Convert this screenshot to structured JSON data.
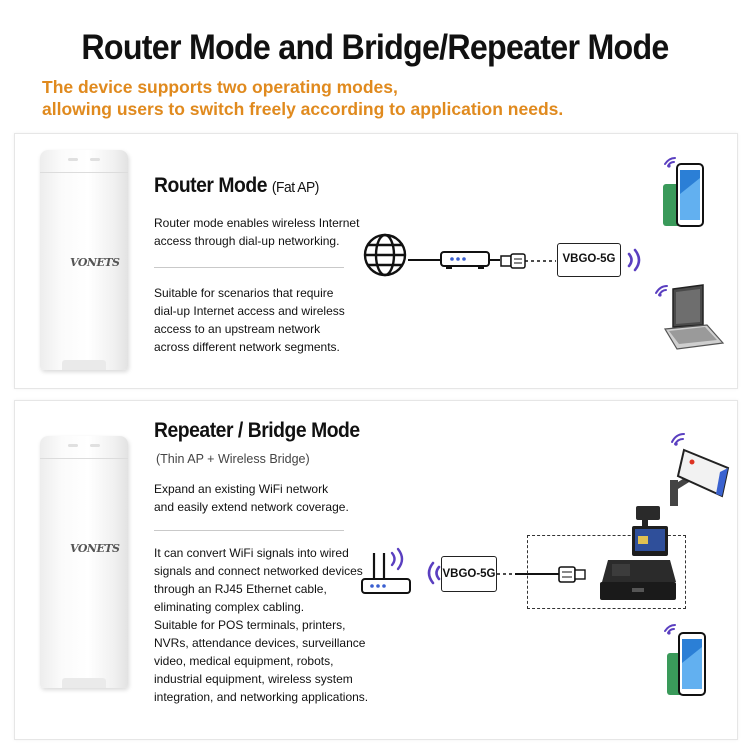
{
  "title": "Router Mode and Bridge/Repeater Mode",
  "subtitle": {
    "line1": "The device supports two operating modes,",
    "line2": "allowing users to switch freely according to application needs."
  },
  "colors": {
    "accent": "#e08a1e",
    "wifi": "#5a3fc0",
    "text": "#111111"
  },
  "router_mode": {
    "heading": "Router Mode",
    "heading_sub": "(Fat AP)",
    "desc1_line1": "Router mode enables wireless Internet",
    "desc1_line2": "access through dial-up networking.",
    "desc2_line1": "Suitable for scenarios that require",
    "desc2_line2": "dial-up Internet access and wireless",
    "desc2_line3": "access to an upstream network",
    "desc2_line4": "across different network segments.",
    "device_label": "VBGO-5G",
    "brand": "VONETS",
    "icons": [
      "globe-icon",
      "modem-icon",
      "ethernet-plug-icon",
      "wifi-signal-icon",
      "smartphone-icon",
      "laptop-icon"
    ]
  },
  "repeater_mode": {
    "heading": "Repeater / Bridge Mode",
    "heading_sub": "(Thin AP + Wireless Bridge)",
    "desc1_line1": "Expand an existing WiFi network",
    "desc1_line2": "and easily extend network coverage.",
    "desc2_lines": [
      "It can convert WiFi signals into wired",
      "signals and connect networked devices",
      "through an RJ45 Ethernet cable,",
      "eliminating complex cabling.",
      "Suitable for POS terminals, printers,",
      "NVRs, attendance devices, surveillance",
      "video, medical equipment, robots,",
      "industrial equipment, wireless system",
      "integration, and networking applications."
    ],
    "device_label": "VBGO-5G",
    "brand": "VONETS",
    "icons": [
      "router-icon",
      "wifi-signal-icon",
      "ethernet-plug-icon",
      "pos-terminal-icon",
      "security-camera-icon",
      "smartphone-icon"
    ]
  }
}
